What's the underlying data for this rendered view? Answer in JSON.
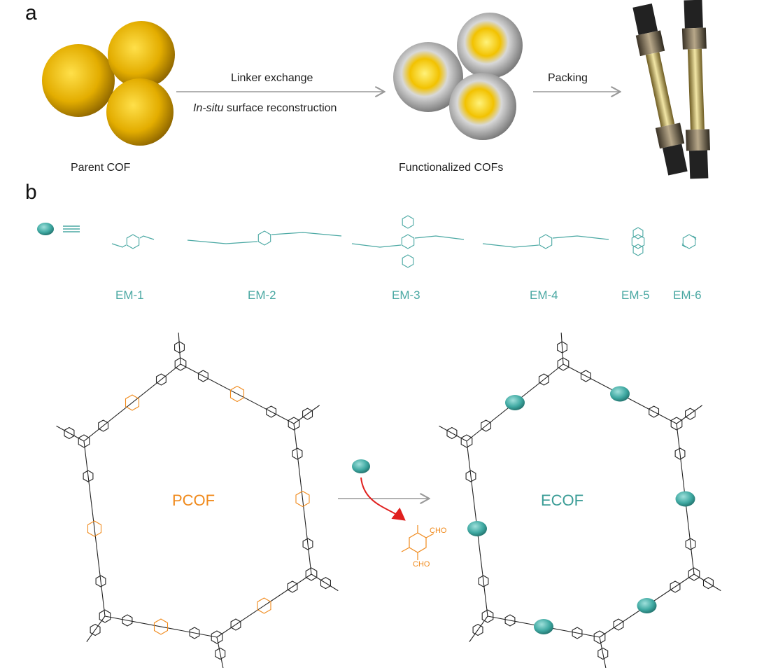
{
  "panel_a": {
    "label": "a",
    "step1_top": "Linker exchange",
    "step1_bottom_italic": "In-situ",
    "step1_bottom_rest": " surface reconstruction",
    "step2": "Packing",
    "parent_label": "Parent COF",
    "functionalized_label": "Functionalized COFs"
  },
  "panel_b": {
    "label": "b",
    "em_labels": [
      "EM-1",
      "EM-2",
      "EM-3",
      "EM-4",
      "EM-5",
      "EM-6"
    ],
    "pcof_label": "PCOF",
    "ecof_label": "ECOF",
    "released_groups": [
      "CHO",
      "CHO"
    ]
  },
  "colors": {
    "teal": "#4aa8a3",
    "orange": "#f08a1c",
    "red": "#e0201e",
    "gold": "#e8b400"
  }
}
